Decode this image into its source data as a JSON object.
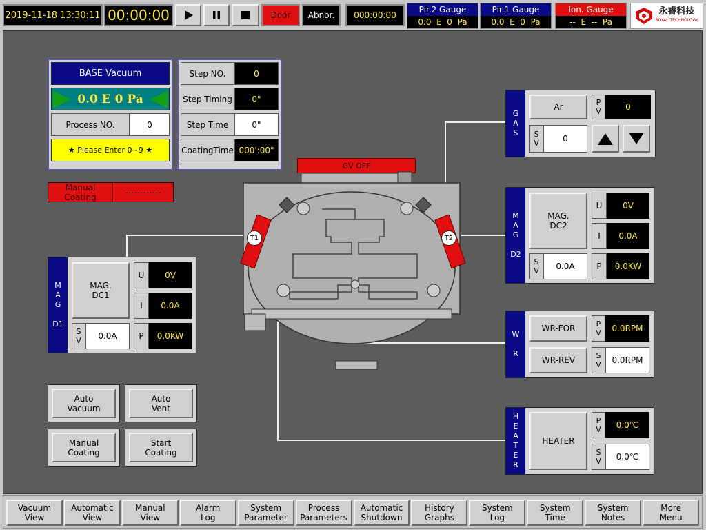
{
  "topbar": {
    "datetime": "2019-11-18  13:30:11",
    "timer": "00:00:00",
    "door_label": "Door",
    "abnormal_label": "Abnor.",
    "counter": "000:00:00",
    "gauges": [
      {
        "title": "Pir.2 Gauge",
        "value": "0.0  E  0  Pa",
        "title_color": "#0a0a86"
      },
      {
        "title": "Pir.1 Gauge",
        "value": "0.0  E  0  Pa",
        "title_color": "#0a0a86"
      },
      {
        "title": "Ion. Gauge",
        "value": "--  E  --  Pa",
        "title_color": "#e01010"
      }
    ],
    "logo_text": "永睿科技",
    "logo_sub": "ROYAL TECHNOLOGY"
  },
  "base": {
    "title": "BASE Vacuum",
    "value": "0.0  E  0  Pa",
    "process_label": "Process NO.",
    "process_value": "0",
    "hint": "★ Please Enter 0~9 ★"
  },
  "steps": [
    {
      "label": "Step NO.",
      "value": "0"
    },
    {
      "label": "Step Timing",
      "value": "0\""
    },
    {
      "label": "Step Time",
      "value": "0\""
    },
    {
      "label": "CoatingTime",
      "value": "000':00\""
    }
  ],
  "manual_coating": {
    "label": "Manual Coating",
    "value": "------------"
  },
  "gv_label": "GV OFF",
  "t1": "T1",
  "t2": "T2",
  "gas": {
    "letters": [
      "G",
      "A",
      "S"
    ],
    "name": "Ar",
    "pv_label": "P\nV",
    "pv": "0",
    "sv_label": "S\nV",
    "sv": "0"
  },
  "mag_d2": {
    "letters": [
      "M",
      "A",
      "G",
      "",
      "D2"
    ],
    "name": "MAG.\nDC2",
    "u_label": "U",
    "u": "0V",
    "i_label": "I",
    "i": "0.0A",
    "sv_label": "S\nV",
    "sv": "0.0A",
    "p_label": "P",
    "p": "0.0KW"
  },
  "mag_d1": {
    "letters": [
      "M",
      "A",
      "G",
      "",
      "D1"
    ],
    "name": "MAG.\nDC1",
    "u_label": "U",
    "u": "0V",
    "i_label": "I",
    "i": "0.0A",
    "sv_label": "S\nV",
    "sv": "0.0A",
    "p_label": "P",
    "p": "0.0KW"
  },
  "wr": {
    "letters": [
      "W",
      "",
      "R"
    ],
    "for_label": "WR-FOR",
    "rev_label": "WR-REV",
    "pv_label": "P\nV",
    "pv": "0.0RPM",
    "sv_label": "S\nV",
    "sv": "0.0RPM"
  },
  "heater": {
    "letters": [
      "H",
      "E",
      "A",
      "T",
      "E",
      "R"
    ],
    "name": "HEATER",
    "pv_label": "P\nV",
    "pv": "0.0℃",
    "sv_label": "S\nV",
    "sv": "0.0℃"
  },
  "controls": [
    {
      "label": "Auto\nVacuum"
    },
    {
      "label": "Auto\nVent"
    },
    {
      "label": "Manual\nCoating"
    },
    {
      "label": "Start\nCoating"
    }
  ],
  "nav": [
    "Vacuum\nView",
    "Automatic\nView",
    "Manual\nView",
    "Alarm\nLog",
    "System\nParameter",
    "Process\nParameters",
    "Automatic\nShutdown",
    "History\nGraphs",
    "System\nLog",
    "System\nTime",
    "System\nNotes",
    "More\nMenu"
  ],
  "colors": {
    "accent_red": "#e01010",
    "navy": "#0a0a86",
    "value_yellow": "#ffe84a",
    "base_value_bg": "#008080",
    "base_arrow": "#13a013"
  }
}
